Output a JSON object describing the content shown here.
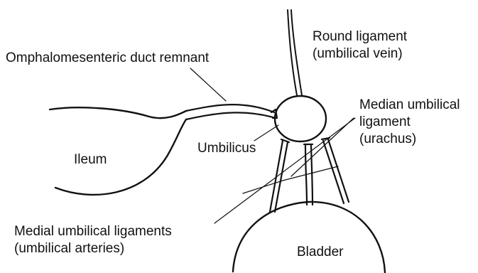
{
  "labels": {
    "round_ligament": [
      "Round ligament",
      "(umbilical vein)"
    ],
    "omphalomesenteric": "Omphalomesenteric duct remnant",
    "median_umbilical": [
      "Median umbilical",
      "ligament",
      "(urachus)"
    ],
    "umbilicus": "Umbilicus",
    "ileum": "Ileum",
    "medial_umbilical": [
      "Medial umbilical ligaments",
      "(umbilical arteries)"
    ],
    "bladder": "Bladder"
  },
  "colors": {
    "ink": "#111111",
    "background": "#ffffff"
  }
}
